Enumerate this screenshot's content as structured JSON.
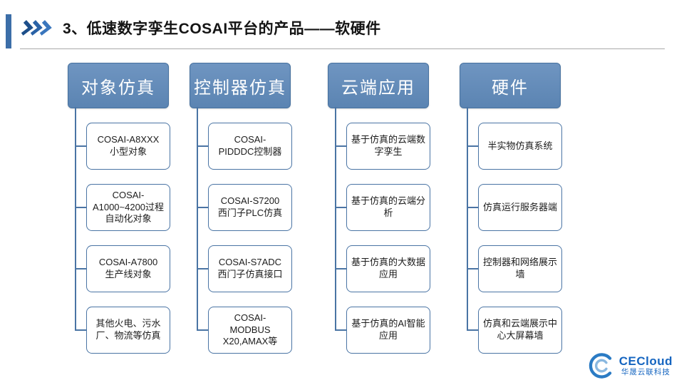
{
  "slide": {
    "title": "3、低速数字孪生COSAI平台的产品——软硬件"
  },
  "columns": [
    {
      "header": "对象仿真",
      "items": [
        "COSAI-A8XXX\n小型对象",
        "COSAI-A1000~4200过程自动化对象",
        "COSAI-A7800\n生产线对象",
        "其他火电、污水厂、物流等仿真"
      ]
    },
    {
      "header": "控制器仿真",
      "items": [
        "COSAI-\nPIDDDC控制器",
        "COSAI-S7200\n西门子PLC仿真",
        "COSAI-S7ADC\n西门子仿真接口",
        "COSAI-\nMODBUS\nX20,AMAX等"
      ]
    },
    {
      "header": "云端应用",
      "items": [
        "基于仿真的云端数字孪生",
        "基于仿真的云端分析",
        "基于仿真的大数据应用",
        "基于仿真的AI智能应用"
      ]
    },
    {
      "header": "硬件",
      "items": [
        "半实物仿真系统",
        "仿真运行服务器端",
        "控制器和网络展示墙",
        "仿真和云端展示中心大屏幕墙"
      ]
    }
  ],
  "logo": {
    "brand": "CECloud",
    "company": "华晟云联科技"
  },
  "colors": {
    "header_blue": "#5b84b2",
    "line_blue": "#4a74a4",
    "accent_blue": "#2a5d9f",
    "logo_blue": "#1565c0"
  }
}
